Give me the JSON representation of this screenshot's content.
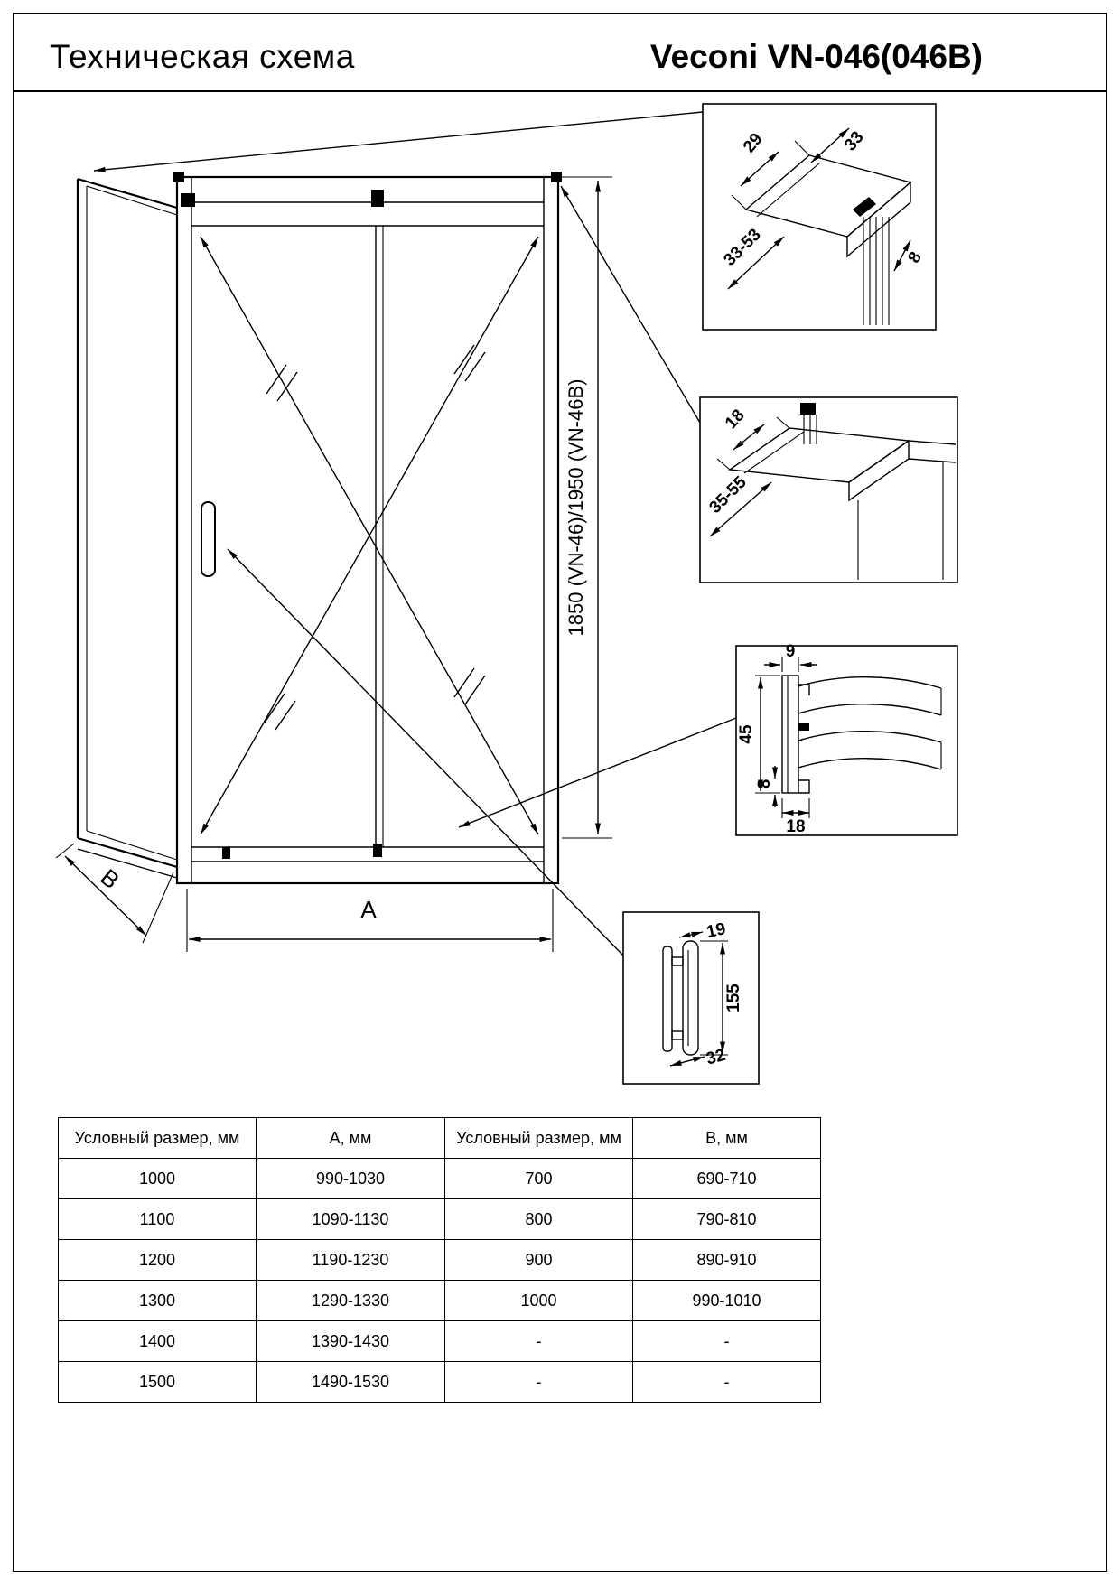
{
  "header": {
    "title": "Техническая схема",
    "model": "Veconi VN-046(046B)"
  },
  "drawing": {
    "height_dim": "1850 (VN-46)/1950 (VN-46B)",
    "width_dim": "A",
    "depth_dim": "B",
    "details": {
      "top_profile": {
        "dim1": "29",
        "dim2": "33",
        "dim3": "33-53",
        "dim4": "8"
      },
      "bottom_profile": {
        "dim1": "18",
        "dim2": "35-55"
      },
      "wall_profile": {
        "dim1": "9",
        "dim2": "45",
        "dim3": "8",
        "dim4": "18"
      },
      "handle": {
        "dim1": "19",
        "dim2": "155",
        "dim3": "32"
      }
    }
  },
  "table": {
    "headers": [
      "Условный размер, мм",
      "А, мм",
      "Условный размер, мм",
      "В, мм"
    ],
    "rows": [
      [
        "1000",
        "990-1030",
        "700",
        "690-710"
      ],
      [
        "1100",
        "1090-1130",
        "800",
        "790-810"
      ],
      [
        "1200",
        "1190-1230",
        "900",
        "890-910"
      ],
      [
        "1300",
        "1290-1330",
        "1000",
        "990-1010"
      ],
      [
        "1400",
        "1390-1430",
        "-",
        "-"
      ],
      [
        "1500",
        "1490-1530",
        "-",
        "-"
      ]
    ]
  }
}
